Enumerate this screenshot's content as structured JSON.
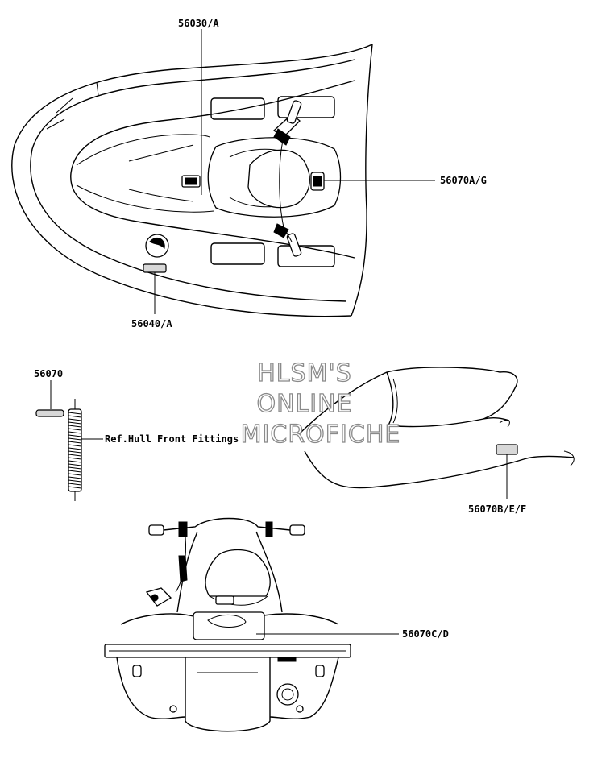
{
  "callouts": {
    "seat_top": "56030/A",
    "steering": "56070A/G",
    "deck_left": "56040/A",
    "label_part": "56070",
    "side": "56070B/E/F",
    "rear": "56070C/D"
  },
  "reference_text": "Ref.Hull Front Fittings",
  "watermark": [
    "HLSM'S",
    "ONLINE",
    "MICROFICHE"
  ]
}
